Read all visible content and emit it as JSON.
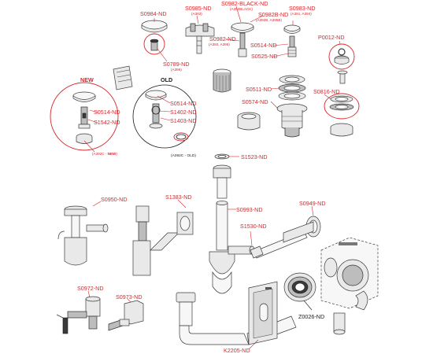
{
  "labels": {
    "s0984": "S0984-ND",
    "s0985": "S0985-ND",
    "s0985_sub": "(A393)",
    "s0982black": "S0982-BLACK-ND",
    "s0982black_sub": "(A392BLACK)",
    "s0983": "S0983-ND",
    "s0983_sub": "(A391, A394)",
    "s0982b": "S0982B-ND",
    "s0982b_sub": "(A392B, A395B)",
    "s0982": "S0982-ND",
    "s0982_sub": "(A392, A395)",
    "s0789": "S0789-ND",
    "s0789_sub": "(A396)",
    "s0514_top": "S0514-ND",
    "s0525": "S0525-ND",
    "p0012": "P0012-ND",
    "s0511": "S0511-ND",
    "s0816": "S0816-ND",
    "s0574": "S0574-ND",
    "new_title": "NEW",
    "old_title": "OLD",
    "s0514_new": "S0514-ND",
    "s1542": "S1542-ND",
    "a392c_new_code": "(A392C - ",
    "a392c_new_tag": "NEW",
    "a392c_new_close": ")",
    "s0514_old": "S0514-ND",
    "s1402": "S1402-ND",
    "s1403": "S1403-ND",
    "a392c_old": "(A392C - OLD)",
    "s1523": "S1523-ND",
    "s0950": "S0950-ND",
    "s1383": "S1383-ND",
    "s0993": "S0993-ND",
    "s0949": "S0949-ND",
    "s1530": "S1530-ND",
    "s0972": "S0972-ND",
    "s0973": "S0973-ND",
    "z0026": "Z0026-ND",
    "k2205": "K2205-ND"
  },
  "colors": {
    "accent_red": "#d7262b",
    "line_dark": "#1a1a1a",
    "metal_light": "#e9e9e9",
    "metal_dark": "#bdbdbd",
    "background": "#ffffff"
  }
}
